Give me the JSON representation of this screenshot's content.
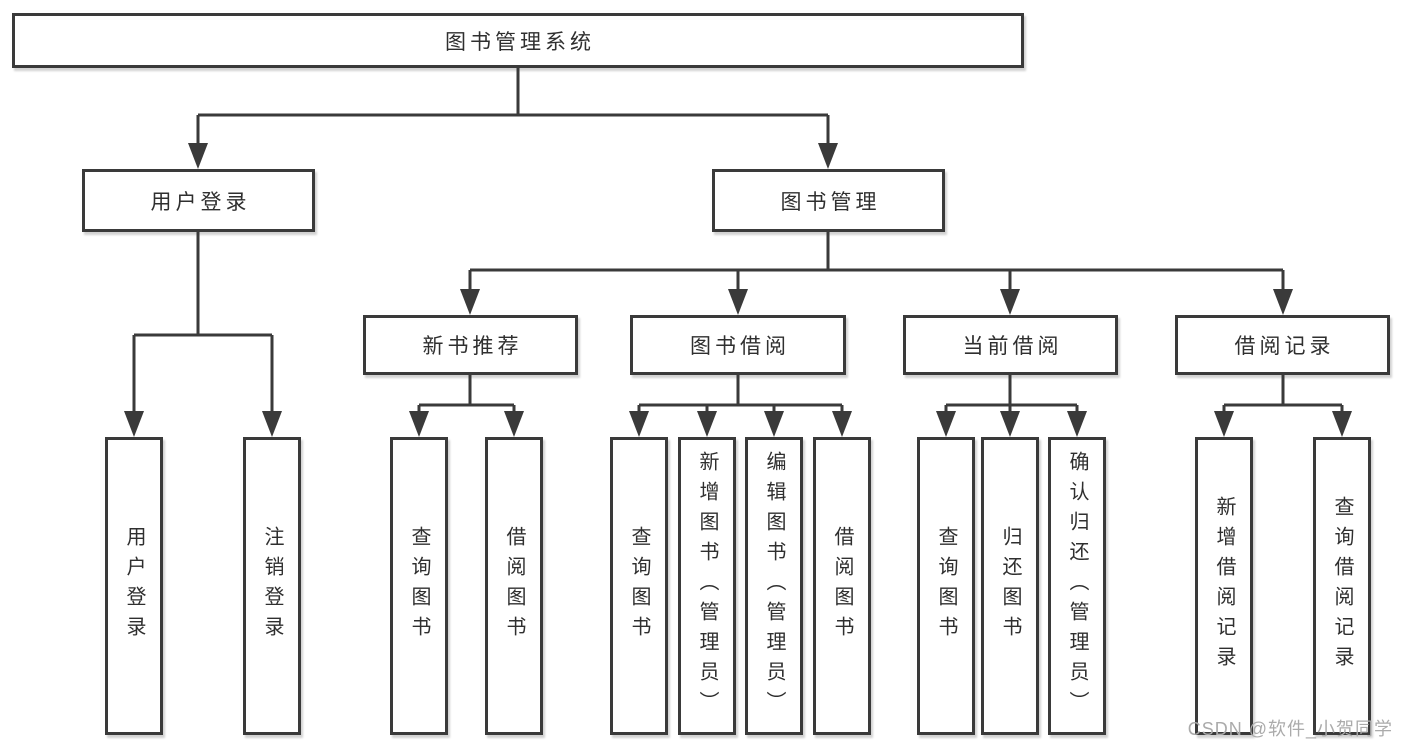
{
  "diagram": {
    "root": {
      "label": "图书管理系统"
    },
    "level2": [
      {
        "label": "用户登录"
      },
      {
        "label": "图书管理"
      }
    ],
    "level3": [
      {
        "label": "新书推荐"
      },
      {
        "label": "图书借阅"
      },
      {
        "label": "当前借阅"
      },
      {
        "label": "借阅记录"
      }
    ],
    "leaves": {
      "login": [
        {
          "label": "用户登录"
        },
        {
          "label": "注销登录"
        }
      ],
      "new_book": [
        {
          "label": "查询图书"
        },
        {
          "label": "借阅图书"
        }
      ],
      "borrow": [
        {
          "label": "查询图书"
        },
        {
          "label": "新增图书（管理员）"
        },
        {
          "label": "编辑图书（管理员）"
        },
        {
          "label": "借阅图书"
        }
      ],
      "current": [
        {
          "label": "查询图书"
        },
        {
          "label": "归还图书"
        },
        {
          "label": "确认归还（管理员）"
        }
      ],
      "records": [
        {
          "label": "新增借阅记录"
        },
        {
          "label": "查询借阅记录"
        }
      ]
    }
  },
  "colors": {
    "line": "#3a3a3a",
    "text": "#2f2f2f",
    "watermark": "#ababab",
    "background": "#ffffff"
  },
  "watermark": {
    "text": "CSDN @软件_小贺同学"
  }
}
